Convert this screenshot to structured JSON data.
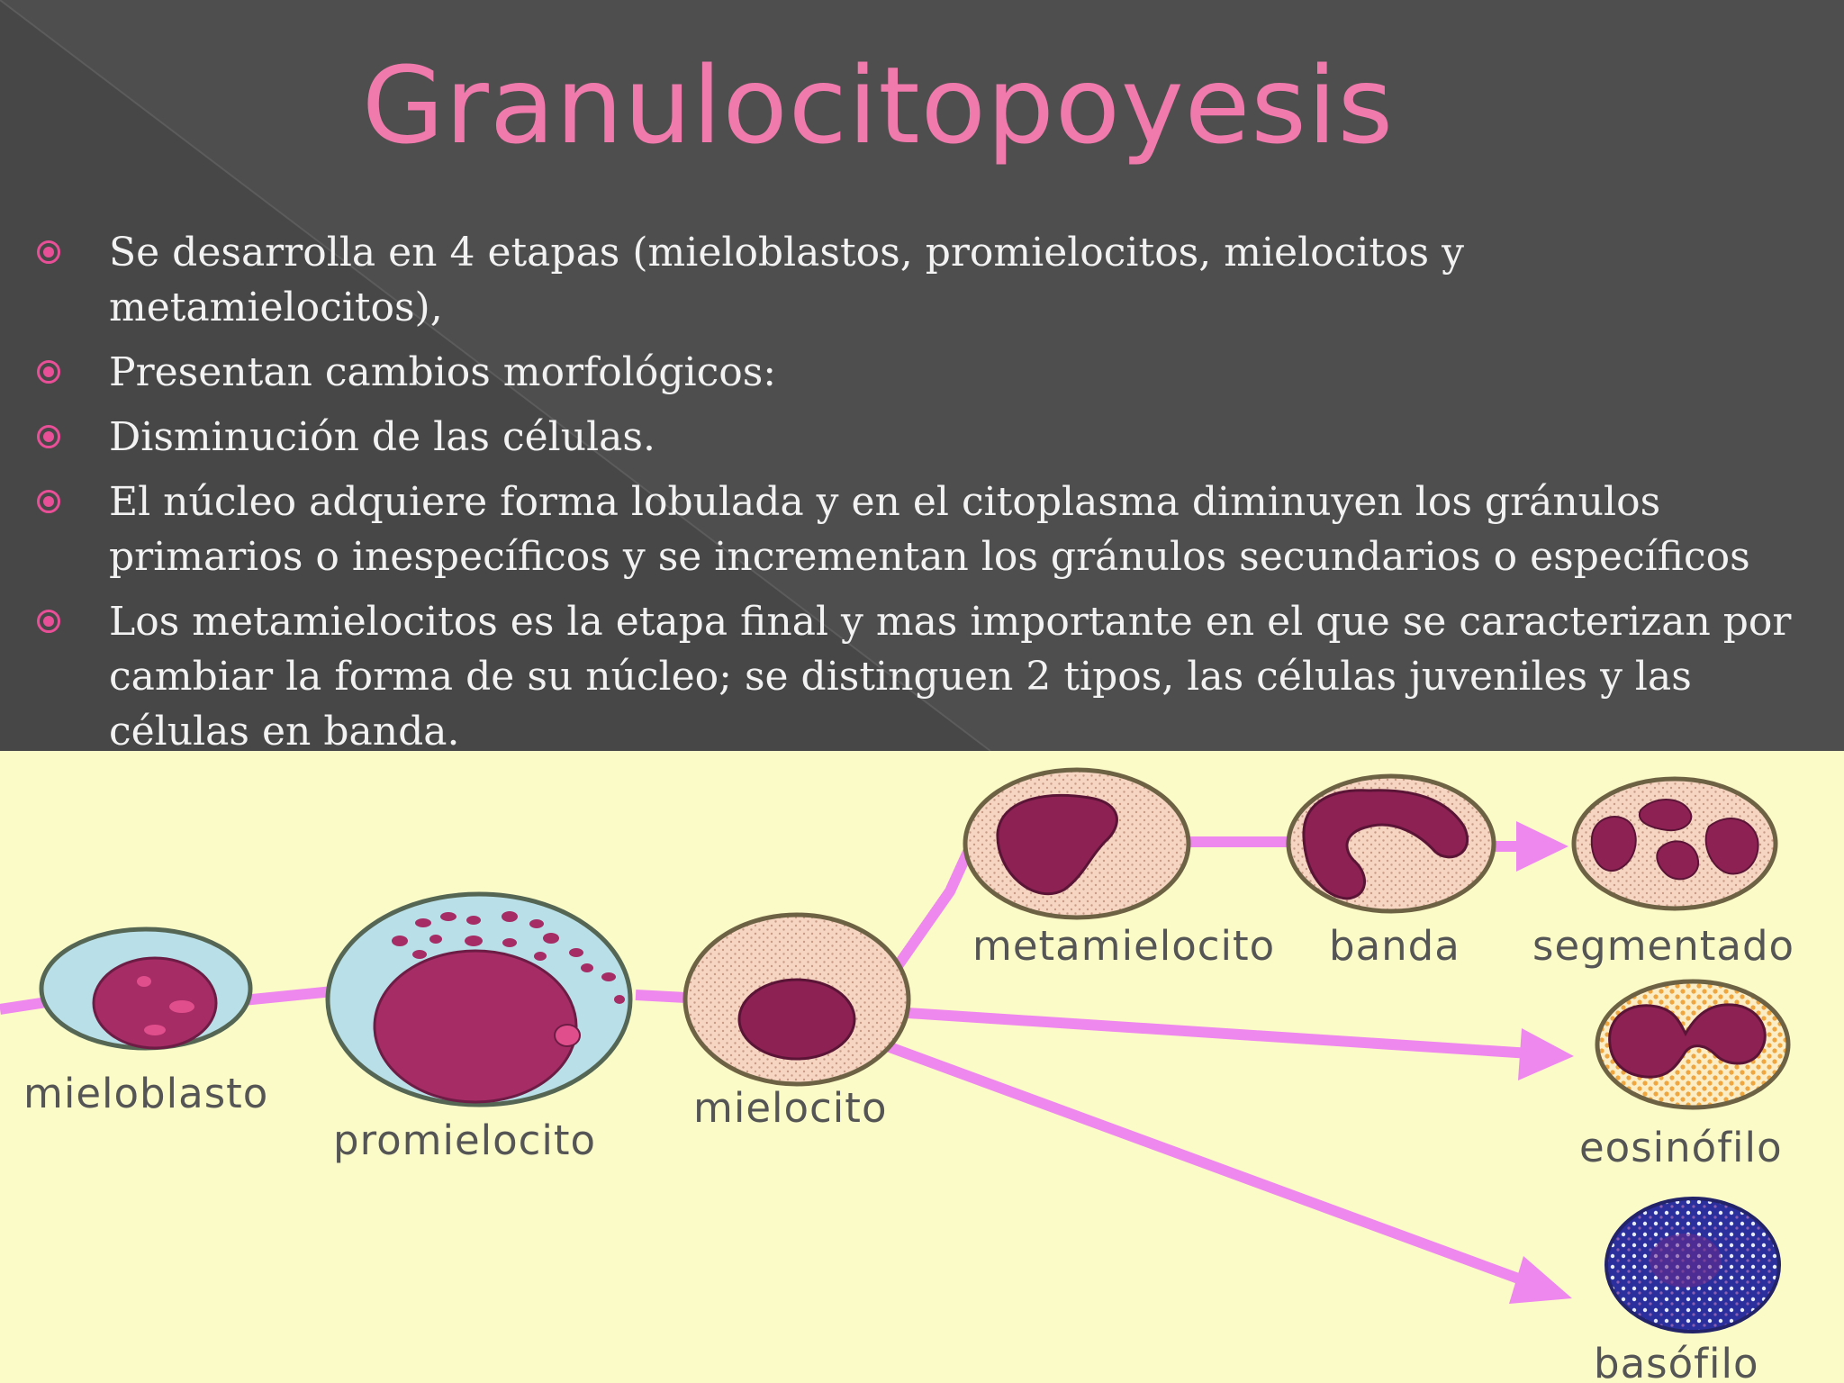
{
  "title": "Granulocitopoyesis",
  "bullets": [
    "Se desarrolla en 4 etapas (mieloblastos, promielocitos, mielocitos y metamielocitos),",
    "Presentan cambios morfológicos:",
    "Disminución de las células.",
    "El núcleo adquiere forma lobulada y en el citoplasma diminuyen los gránulos primarios o inespecíficos y se incrementan los gránulos secundarios o específicos",
    "Los metamielocitos es la etapa final y mas importante  en el  que se caracterizan por cambiar la forma de su núcleo; se distinguen 2 tipos, las células juveniles y las células en banda."
  ],
  "diagram": {
    "labels": {
      "mieloblasto": "mieloblasto",
      "promielocito": "promielocito",
      "mielocito": "mielocito",
      "metamielocito": "metamielocito",
      "banda": "banda",
      "segmentado": "segmentado",
      "eosinofilo": "eosinófilo",
      "basofilo": "basófilo"
    }
  },
  "colors": {
    "background": "#474747",
    "title": "#f07aac",
    "text": "#f2f2f2",
    "bullet": "#e84f97",
    "panel": "#fbfbc8",
    "arrow": "#ee88ee",
    "nucleus": "#8e2154"
  }
}
